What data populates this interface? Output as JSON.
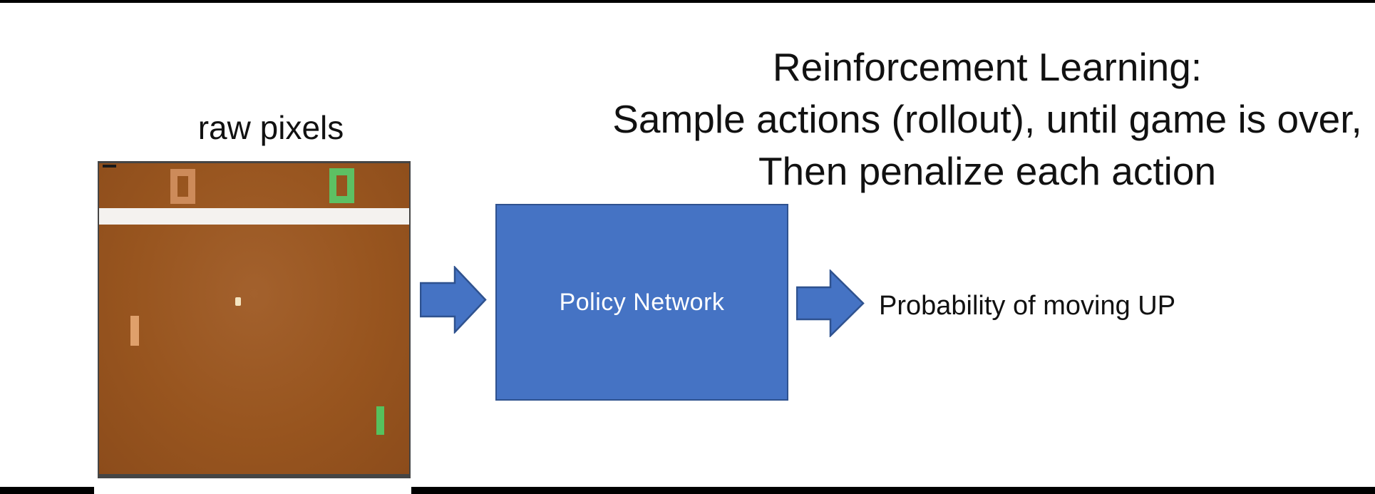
{
  "title": {
    "line1": "Reinforcement Learning:",
    "line2": "Sample actions (rollout), until game is over,",
    "line3": "Then penalize each action"
  },
  "game": {
    "label": "raw pixels",
    "left_score": "0",
    "right_score": "0"
  },
  "policy_box": {
    "label": "Policy Network"
  },
  "output": {
    "label": "Probability of moving UP"
  },
  "colors": {
    "black": "#000000",
    "text": "#111111",
    "blue": "#4573C4",
    "blue_border": "#2F528F",
    "field_brown": "#98551F",
    "field_brown_light": "#A3612D",
    "field_brown_dark": "#8C4C1B",
    "stripe": "#F4F2EF",
    "orange_score": "#CD8B5A",
    "orange_paddle": "#DFA06B",
    "green_score": "#5DC063",
    "green_paddle": "#56C15D",
    "ball": "#F4E4C0",
    "border_gray": "#454545"
  }
}
